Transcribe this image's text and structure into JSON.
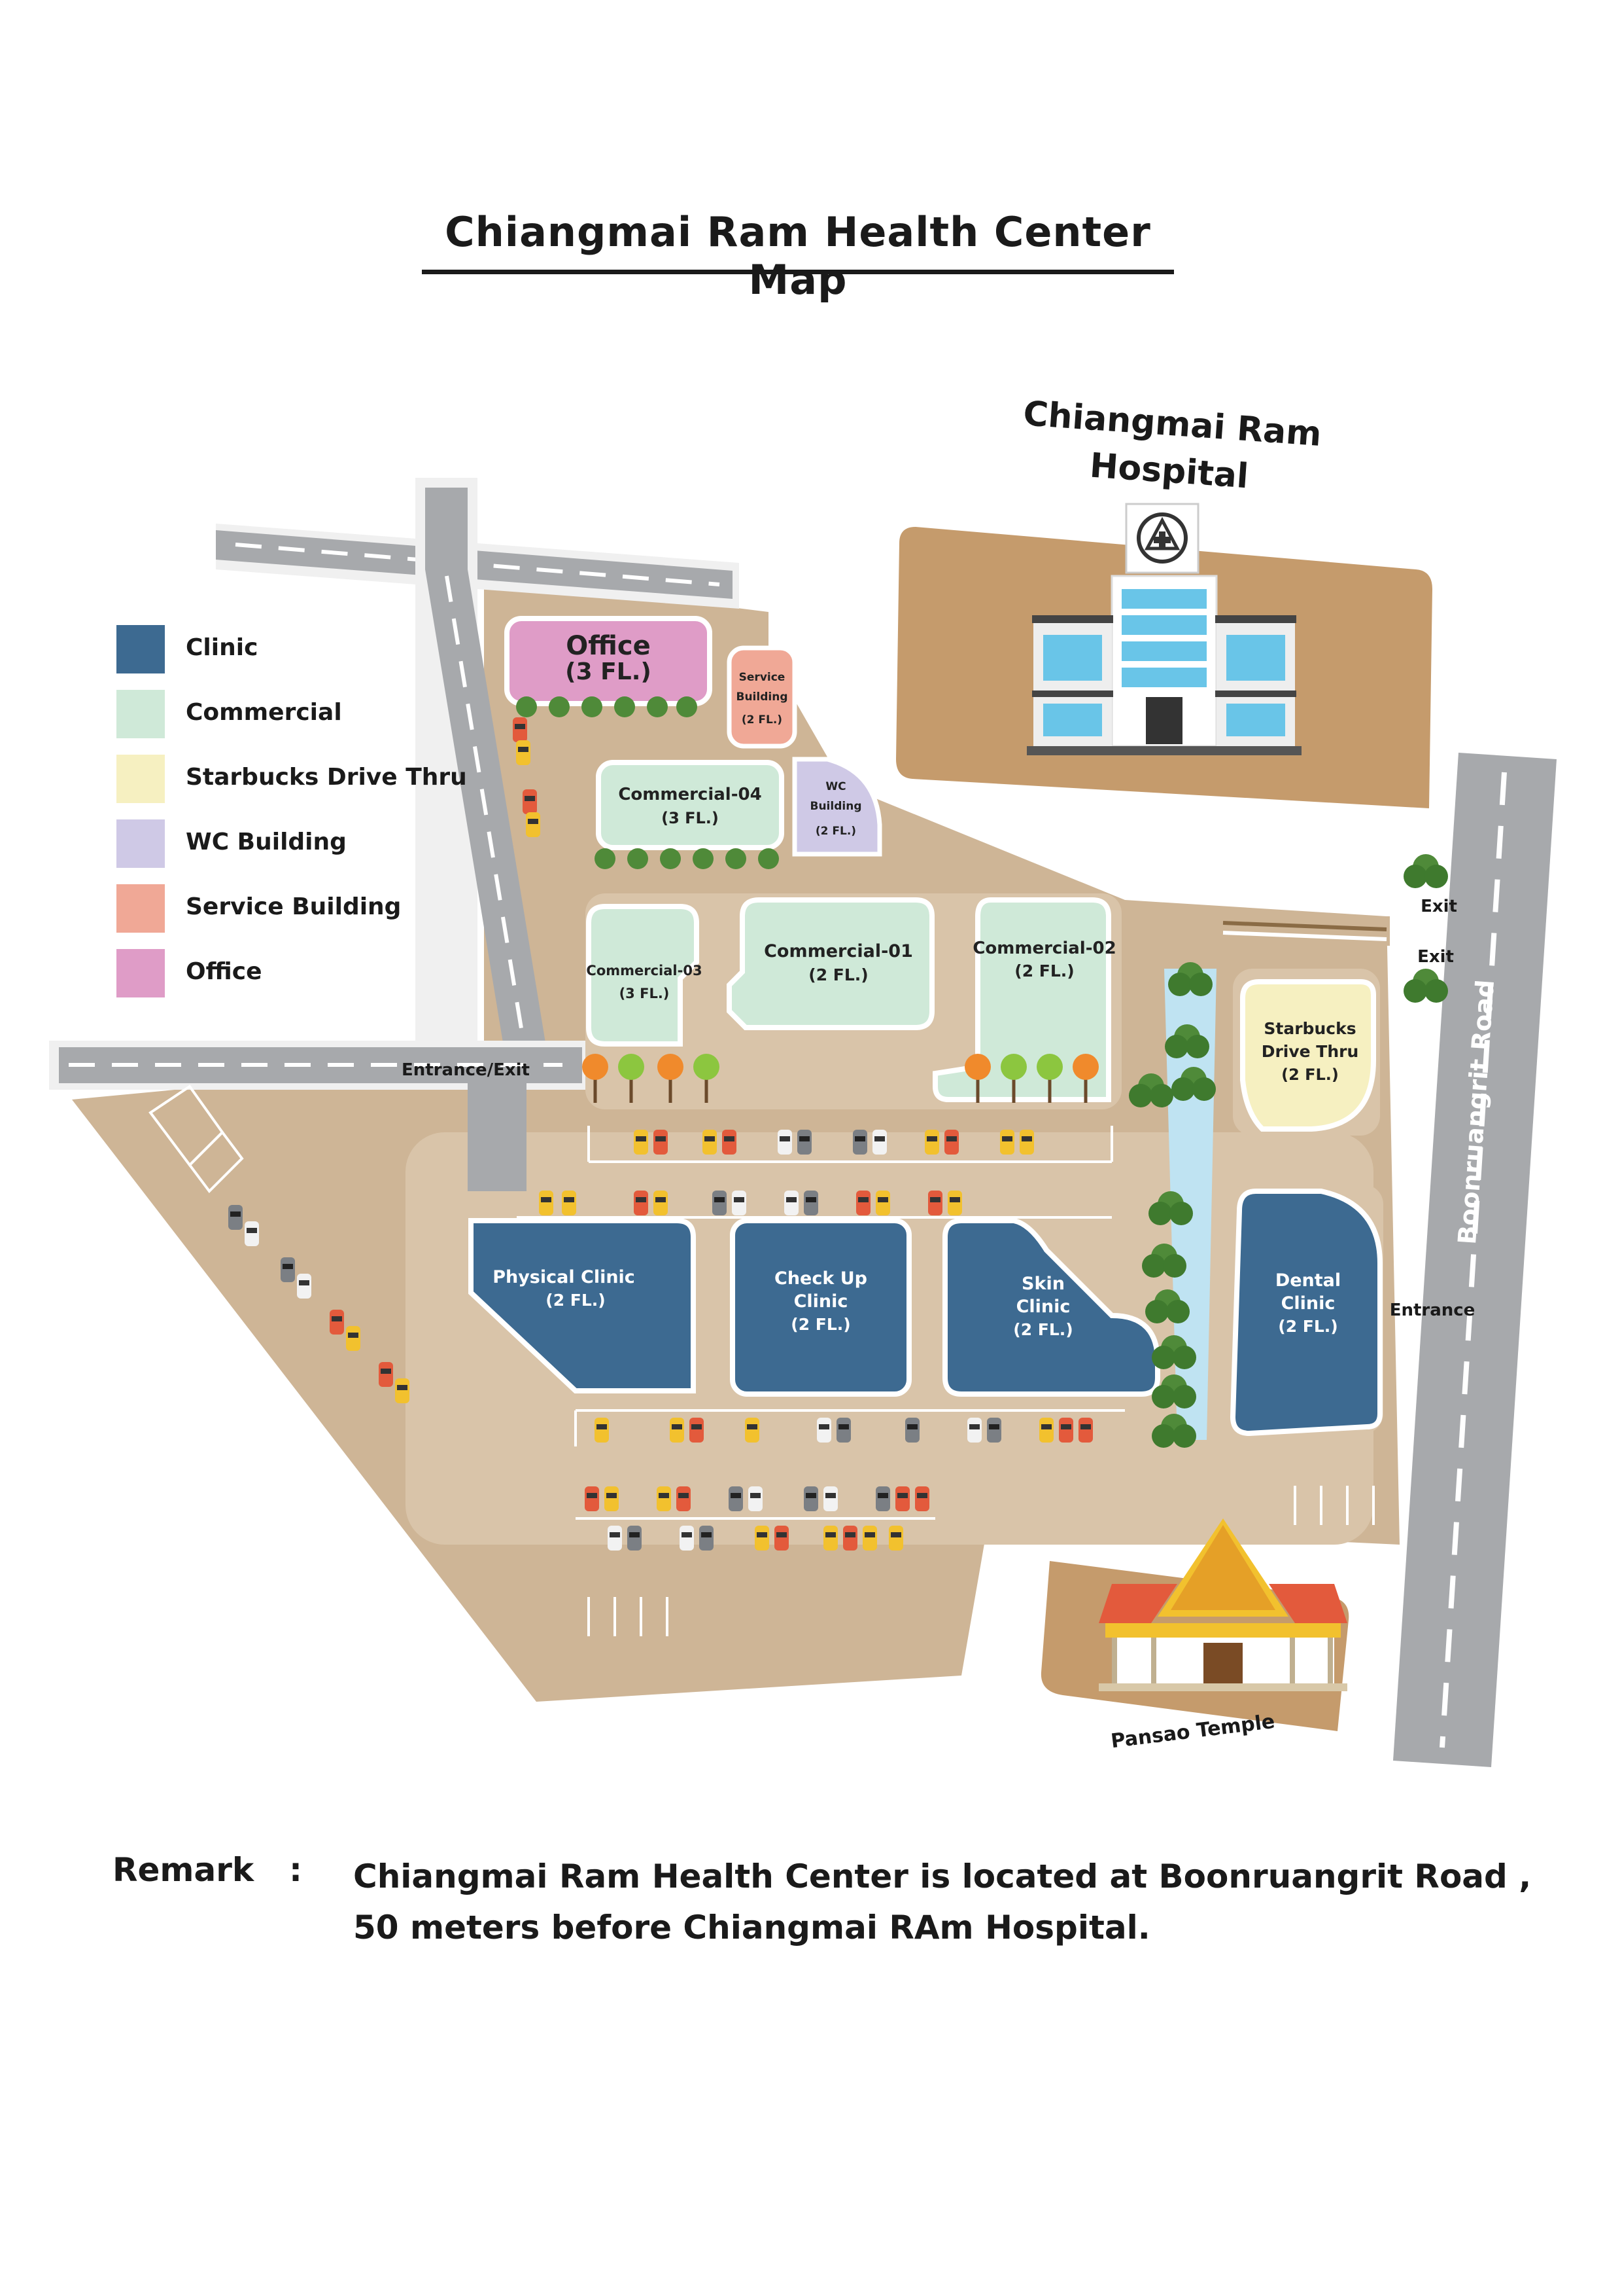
{
  "title": "Chiangmai Ram Health Center Map",
  "hospital": {
    "label_line1": "Chiangmai Ram",
    "label_line2": "Hospital"
  },
  "legend": [
    {
      "label": "Clinic",
      "color": "#3d6a91"
    },
    {
      "label": "Commercial",
      "color": "#cfe9d8"
    },
    {
      "label": "Starbucks Drive Thru",
      "color": "#f6f0c1"
    },
    {
      "label": "WC Building",
      "color": "#cfc9e6"
    },
    {
      "label": "Service Building",
      "color": "#f0a896"
    },
    {
      "label": "Office",
      "color": "#df9cc7"
    }
  ],
  "buildings": {
    "office": {
      "name": "Office",
      "floors": "(3 FL.)"
    },
    "service": {
      "line1": "Service",
      "line2": "Building",
      "floors": "(2 FL.)"
    },
    "wc": {
      "line1": "WC",
      "line2": "Building",
      "floors": "(2 FL.)"
    },
    "commercial_04": {
      "name": "Commercial-04",
      "floors": "(3 FL.)"
    },
    "commercial_03": {
      "name": "Commercial-03",
      "floors": "(3 FL.)"
    },
    "commercial_01": {
      "name": "Commercial-01",
      "floors": "(2 FL.)"
    },
    "commercial_02": {
      "name": "Commercial-02",
      "floors": "(2 FL.)"
    },
    "starbucks": {
      "line1": "Starbucks",
      "line2": "Drive Thru",
      "floors": "(2 FL.)"
    },
    "physical": {
      "line1": "Physical Clinic",
      "floors": "(2 FL.)"
    },
    "checkup": {
      "line1": "Check Up",
      "line2": "Clinic",
      "floors": "(2 FL.)"
    },
    "skin": {
      "line1": "Skin",
      "line2": "Clinic",
      "floors": "(2 FL.)"
    },
    "dental": {
      "line1": "Dental",
      "line2": "Clinic",
      "floors": "(2 FL.)"
    }
  },
  "labels": {
    "entrance_exit": "Entrance/Exit",
    "exit": "Exit",
    "entrance": "Entrance",
    "road": "Boonruangrit Road",
    "temple": "Pansao Temple"
  },
  "remark": {
    "heading": "Remark",
    "colon": ":",
    "text": "Chiangmai Ram Health Center is located at Boonruangrit Road , 50 meters before Chiangmai RAm Hospital."
  },
  "colors": {
    "ground": "#ceb596",
    "road": "#a7a9ac",
    "hospital_ground": "#c59b6c",
    "canal": "#bfe3f2",
    "tree": "#4f8a39"
  }
}
